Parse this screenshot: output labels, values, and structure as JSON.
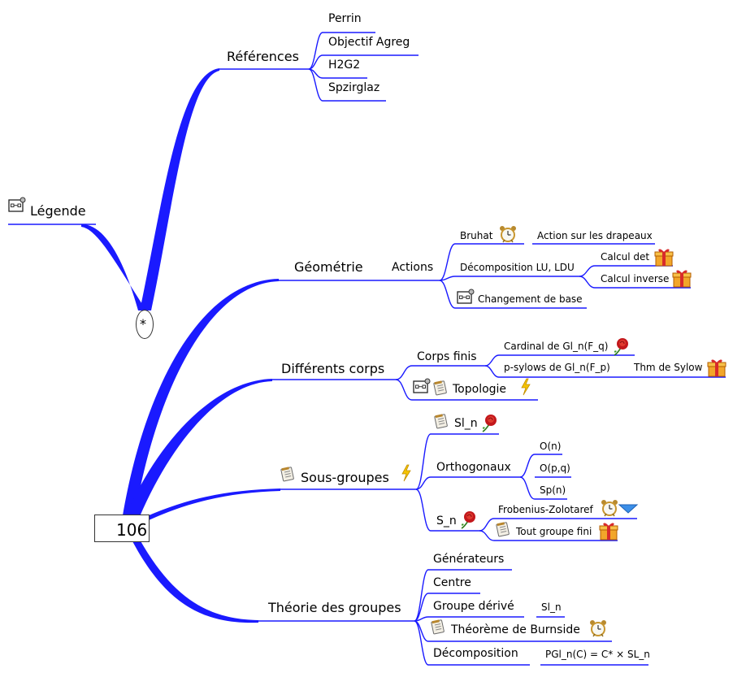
{
  "root": {
    "label": "106",
    "icon": "notepad-icon"
  },
  "legend_root": {
    "label": "*"
  },
  "legend": {
    "label": "Légende",
    "icon": "diagram-icon"
  },
  "references": {
    "label": "Références",
    "items": [
      "Perrin",
      "Objectif Agreg",
      "H2G2",
      "Spzirglaz"
    ]
  },
  "geometrie": {
    "label": "Géométrie",
    "actions": {
      "label": "Actions",
      "bruhat": {
        "label": "Bruhat",
        "icon": "alarm-clock-icon",
        "child": "Action sur les drapeaux"
      },
      "decomposition": {
        "label": "Décomposition LU, LDU",
        "children": [
          "Calcul det",
          "Calcul inverse"
        ],
        "child_icon": "gift-icon"
      },
      "changement": {
        "label": "Changement de base",
        "icon": "diagram-icon"
      }
    }
  },
  "corps": {
    "label": "Différents corps",
    "corps_finis": {
      "label": "Corps finis",
      "cardinal": {
        "label": "Cardinal de Gl_n(F_q)",
        "icon": "rose-icon"
      },
      "psylows": {
        "label": "p-sylows de Gl_n(F_p)",
        "child": "Thm de Sylow",
        "child_icon": "gift-icon"
      }
    },
    "topologie": {
      "label": "Topologie",
      "icons": [
        "diagram-icon",
        "notepad-icon",
        "lightning-icon"
      ]
    }
  },
  "sous_groupes": {
    "label": "Sous-groupes",
    "icons": [
      "notepad-icon",
      "lightning-icon"
    ],
    "sl_n": {
      "label": "Sl_n",
      "icons": [
        "notepad-icon",
        "rose-icon"
      ]
    },
    "orthogonaux": {
      "label": "Orthogonaux",
      "children": [
        "O(n)",
        "O(p,q)",
        "Sp(n)"
      ]
    },
    "s_n": {
      "label": "S_n",
      "icon": "rose-icon",
      "frobenius": {
        "label": "Frobenius-Zolotaref",
        "icons": [
          "alarm-clock-icon",
          "triangle-down-icon"
        ]
      },
      "tout_groupe": {
        "label": "Tout groupe fini",
        "icons": [
          "notepad-icon",
          "gift-icon"
        ]
      }
    }
  },
  "theorie": {
    "label": "Théorie des groupes",
    "generateurs": "Générateurs",
    "centre": "Centre",
    "groupe_derive": {
      "label": "Groupe dérivé",
      "child": "Sl_n"
    },
    "burnside": {
      "label": "Théorème de Burnside",
      "icons": [
        "notepad-icon",
        "alarm-clock-icon"
      ]
    },
    "decomposition": {
      "label": "Décomposition",
      "child": "PGl_n(C) = C* × SL_n"
    }
  },
  "colors": {
    "edge": "#1a1aff",
    "underline": "#0000cc"
  }
}
